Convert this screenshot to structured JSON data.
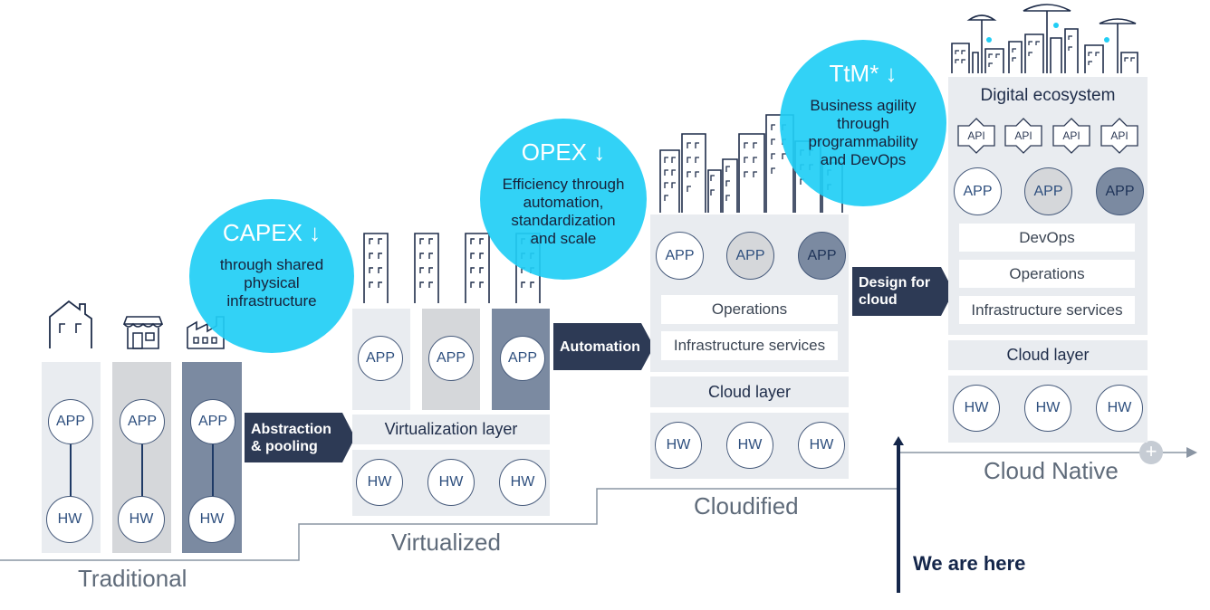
{
  "stages": {
    "traditional": "Traditional",
    "virtualized": "Virtualized",
    "cloudified": "Cloudified",
    "cloud_native": "Cloud Native"
  },
  "common": {
    "app": "APP",
    "hw": "HW",
    "api": "API"
  },
  "transitions": {
    "abstraction": [
      "Abstraction",
      "& pooling"
    ],
    "automation": "Automation",
    "design": [
      "Design for",
      "cloud"
    ]
  },
  "layers": {
    "virtualization": "Virtualization layer",
    "cloud": "Cloud layer",
    "operations": "Operations",
    "infrastructure": "Infrastructure services",
    "devops": "DevOps",
    "ecosystem": "Digital ecosystem"
  },
  "bubbles": {
    "capex": {
      "head": "CAPEX ↓",
      "lines": [
        "through shared",
        "physical",
        "infrastructure"
      ]
    },
    "opex": {
      "head": "OPEX ↓",
      "lines": [
        "Efficiency through",
        "automation,",
        "standardization",
        "and scale"
      ]
    },
    "ttm": {
      "head": "TtM* ↓",
      "lines": [
        "Business agility",
        "through",
        "programmability",
        "and DevOps"
      ]
    }
  },
  "marker": "We are here",
  "colors": {
    "accent": "#21cef5",
    "navy": "#2d3a55",
    "panel": "#e9ecf0"
  }
}
